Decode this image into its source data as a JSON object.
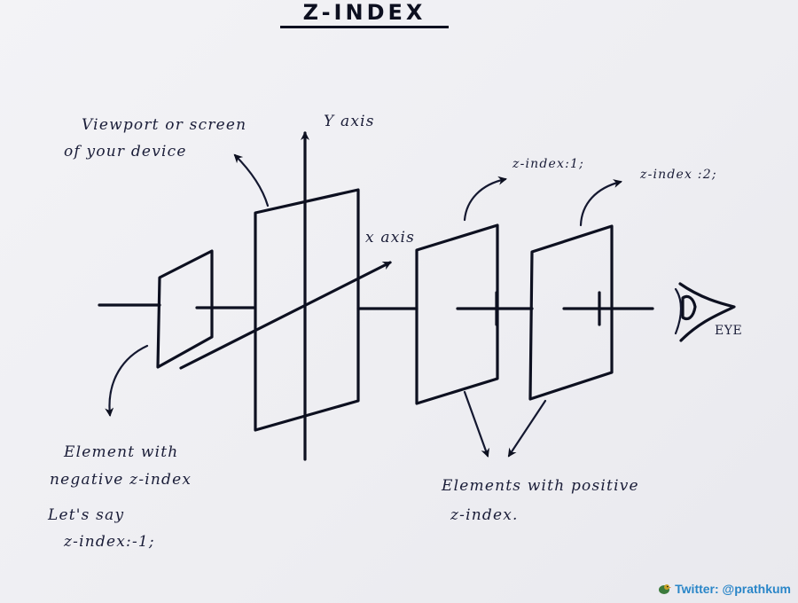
{
  "title": "Z-INDEX",
  "labels": {
    "viewport_line1": "Viewport or screen",
    "viewport_line2": "of your device",
    "y_axis": "Y axis",
    "x_axis": "x axis",
    "z_index_1": "z-index:1;",
    "z_index_2": "z-index :2;",
    "eye": "EYE",
    "negative_line1": "Element with",
    "negative_line2": "negative z-index",
    "negative_line3": "Let's say",
    "negative_line4": "z-index:-1;",
    "positive_line1": "Elements with positive",
    "positive_line2": "z-index."
  },
  "credit": {
    "text": "Twitter: @prathkum",
    "icon": "bird-icon",
    "color": "#2a86c8"
  },
  "colors": {
    "ink": "#0d1020",
    "paper": "#f3f3f6"
  }
}
